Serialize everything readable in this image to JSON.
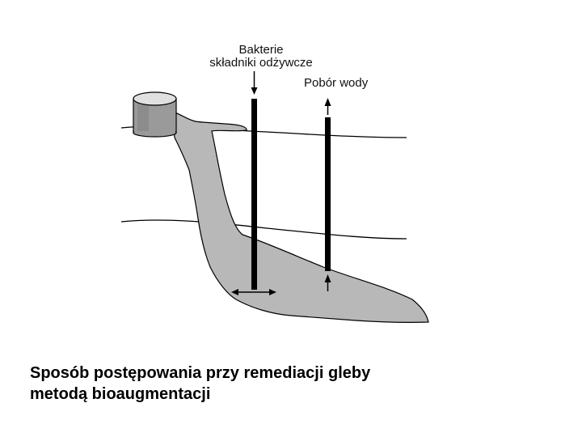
{
  "diagram": {
    "injection_label_line1": "Bakterie",
    "injection_label_line2": "składniki odżywcze",
    "extraction_label": "Pobór wody"
  },
  "caption": {
    "line1": "Sposób postępowania przy remediacji gleby",
    "line2": "metodą bioaugmentacji"
  },
  "colors": {
    "contaminant_plume": "#b8b8b8",
    "outline": "#000000",
    "tank_body": "#9a9a9a",
    "tank_top": "#e0e0e0"
  }
}
